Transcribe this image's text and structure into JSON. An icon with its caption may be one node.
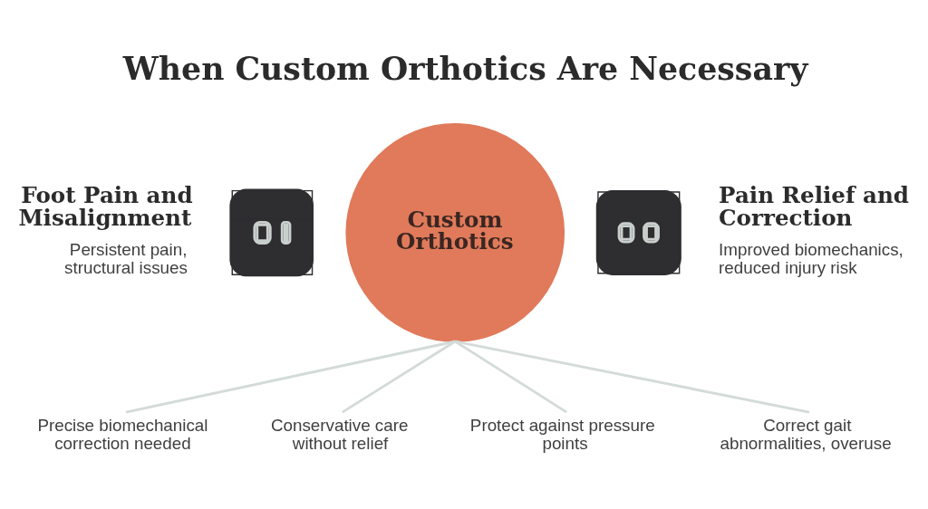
{
  "diagram": {
    "title": "When Custom Orthotics Are Necessary",
    "nodes": [
      {
        "text": [
          "Foot Pain and Misalignment",
          "Persistent pain, structural issues"
        ]
      },
      {
        "text": [],
        "shape": "picture"
      },
      {
        "text": [
          "Custom Orthotics"
        ]
      },
      {
        "text": [],
        "shape": "picture"
      },
      {
        "text": [
          "Pain Relief and Correction",
          "Improved biomechanics, reduced injury risk"
        ]
      },
      {
        "text": [
          "Precise biomechanical correction needed"
        ]
      },
      {
        "text": [
          "Conservative care without relief"
        ]
      },
      {
        "text": [
          "Protect against pressure points"
        ]
      },
      {
        "text": [
          "Correct gait abnormalities, overuse"
        ]
      }
    ],
    "edges": [
      {
        "from": 2,
        "to": 5,
        "arrow": "none"
      },
      {
        "from": 2,
        "to": 6,
        "arrow": "none"
      },
      {
        "from": 2,
        "to": 7,
        "arrow": "none"
      },
      {
        "from": 2,
        "to": 8,
        "arrow": "none"
      }
    ]
  }
}
